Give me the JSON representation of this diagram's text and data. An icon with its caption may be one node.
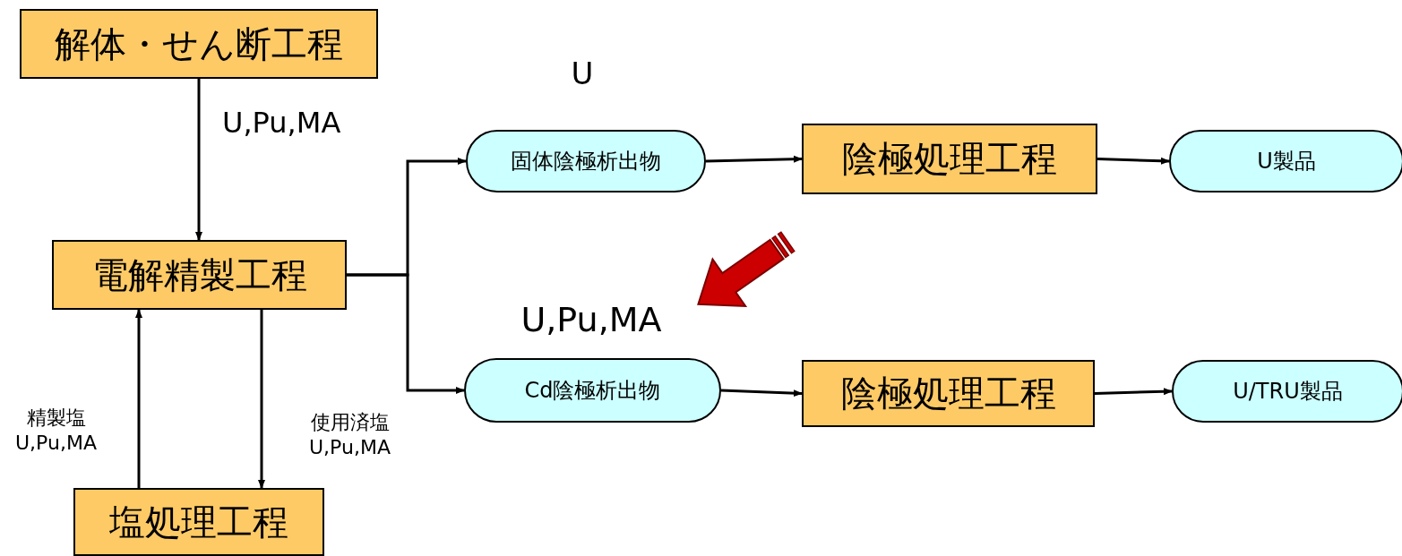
{
  "diagram": {
    "nodes": [
      {
        "text": [
          "解体・せん断工程"
        ]
      },
      {
        "text": [
          "電解精製工程"
        ]
      },
      {
        "text": [
          "塩処理工程"
        ]
      },
      {
        "text": [
          "固体陰極析出物"
        ],
        "beside": [
          "U"
        ]
      },
      {
        "text": [
          "陰極処理工程"
        ]
      },
      {
        "text": [
          "U製品"
        ]
      },
      {
        "text": [
          "Cd陰極析出物"
        ],
        "beside": [
          "U,Pu,MA"
        ]
      },
      {
        "text": [
          "陰極処理工程"
        ]
      },
      {
        "text": [
          "U/TRU製品"
        ]
      }
    ],
    "edges": [
      {
        "from": 0,
        "to": 1,
        "arrow": "to",
        "label": "U,Pu,MA"
      },
      {
        "from": 1,
        "to": 3,
        "arrow": "to"
      },
      {
        "from": 1,
        "to": 6,
        "arrow": "to"
      },
      {
        "from": 3,
        "to": 4,
        "arrow": "to"
      },
      {
        "from": 4,
        "to": 5,
        "arrow": "to"
      },
      {
        "from": 6,
        "to": 7,
        "arrow": "to"
      },
      {
        "from": 7,
        "to": 8,
        "arrow": "to"
      },
      {
        "from": 2,
        "to": 1,
        "arrow": "to",
        "label": "精製塩 U,Pu,MA"
      },
      {
        "from": 1,
        "to": 2,
        "arrow": "to",
        "label": "使用済塩 U,Pu,MA"
      }
    ]
  }
}
